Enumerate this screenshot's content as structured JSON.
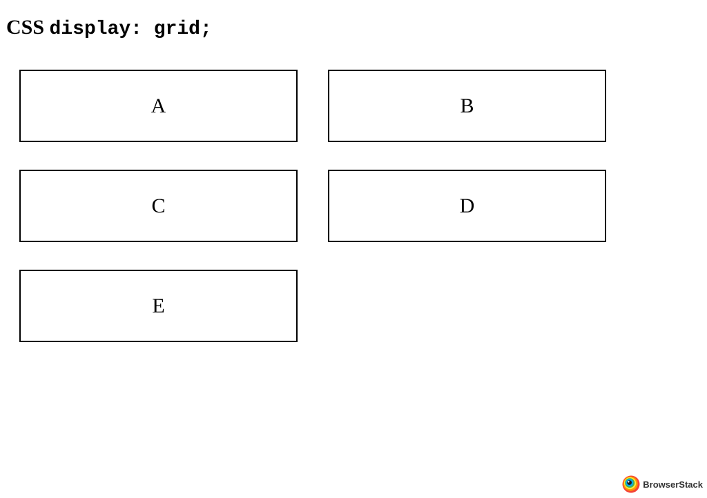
{
  "heading": {
    "prefix": "CSS",
    "code": "display: grid;"
  },
  "grid": {
    "items": [
      "A",
      "B",
      "C",
      "D",
      "E"
    ]
  },
  "brand": {
    "name": "BrowserStack"
  }
}
